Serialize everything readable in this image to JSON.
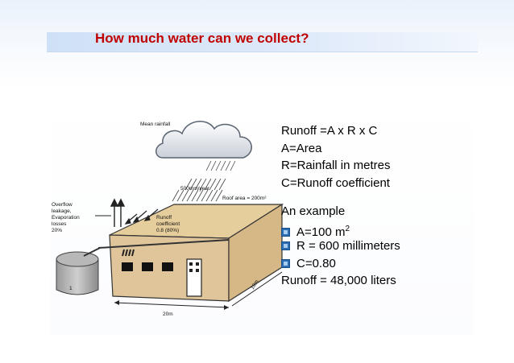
{
  "slide": {
    "title": "How much water can we collect?",
    "formula": {
      "runoff": "Runoff =A x R x C",
      "area": "A=Area",
      "rainfall": "R=Rainfall in metres",
      "coefficient": "C=Runoff coefficient"
    },
    "example": {
      "heading": "An example",
      "items": [
        {
          "label": "A=100 m",
          "sup": "2"
        },
        {
          "label": "R = 600 millimeters"
        },
        {
          "label": "C=0.80"
        }
      ],
      "result": "Runoff = 48,000 liters"
    }
  },
  "diagram": {
    "mean_rainfall": "Mean rainfall",
    "rain_rate": "500mm/year",
    "roof_area": "Roof area = 200m²",
    "losses": [
      "Overflow",
      "leakage,",
      "Evaporation",
      "losses",
      "20%"
    ],
    "runoff_coef": [
      "Runoff",
      "coefficient",
      "0.8 (80%)"
    ],
    "length": "20m",
    "width": "10m",
    "tank_label": "1"
  },
  "colors": {
    "title": "#c00000",
    "bullet": "#2a6fb5",
    "walls": "#e0c59a"
  }
}
